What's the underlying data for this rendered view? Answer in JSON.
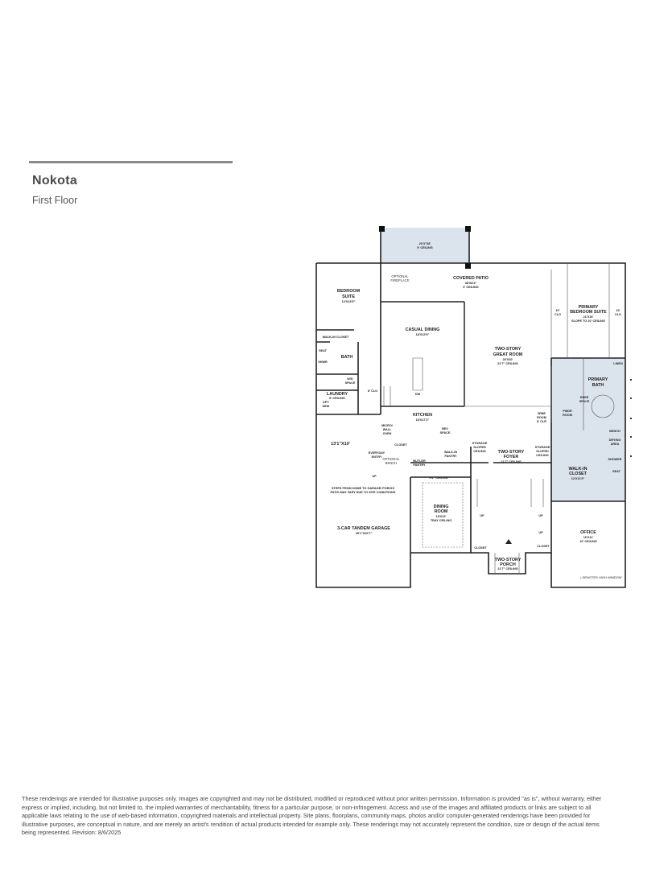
{
  "header": {
    "title": "Nokota",
    "subtitle": "First Floor"
  },
  "plan": {
    "rooms": {
      "patio_ext": {
        "name": "20'3\"X8'",
        "dim": "9' CEILING"
      },
      "covered_patio": {
        "name": "COVERED PATIO",
        "dim": "38'X8'4\"",
        "ceiling": "9' CEILING"
      },
      "optional_fireplace": {
        "line1": "OPTIONAL",
        "line2": "FIREPLACE"
      },
      "bedroom_suite": {
        "name1": "BEDROOM",
        "name2": "SUITE",
        "dim": "14'X13'9\""
      },
      "walkin_closet_bed": {
        "name": "WALK-IN CLOSET"
      },
      "seat": {
        "name": "SEAT"
      },
      "shwr": {
        "name": "SHWR"
      },
      "bath": {
        "name": "BATH"
      },
      "wd_space": {
        "line1": "W/D",
        "line2": "SPACE"
      },
      "laundry": {
        "name": "LAUNDRY",
        "ceiling": "8' CEILING"
      },
      "opt_sink": {
        "line1": "OPT.",
        "line2": "SINK"
      },
      "casual_dining": {
        "name": "CASUAL DINING",
        "dim": "18'X12'9\""
      },
      "kitchen": {
        "name": "KITCHEN",
        "dim": "18'X17'2\""
      },
      "dw": {
        "name": "DW"
      },
      "clo_8": {
        "name": "8' CLO"
      },
      "micro": {
        "line1": "MICRO/",
        "line2": "WALL",
        "line3": "OVEN"
      },
      "bev_space": {
        "line1": "BEV",
        "line2": "SPACE"
      },
      "great_room": {
        "name1": "TWO-STORY",
        "name2": "GREAT ROOM",
        "dim": "26'X20'",
        "ceiling": "21'7\" CEILING"
      },
      "primary_suite": {
        "name1": "PRIMARY",
        "name2": "BEDROOM SUITE",
        "dim": "21'X16'",
        "ceiling": "SLOPE TO 10' CEILING"
      },
      "clo_left": {
        "line1": "10'",
        "line2": "CLO"
      },
      "clo_right": {
        "line1": "10'",
        "line2": "CLO"
      },
      "primary_bath": {
        "name1": "PRIMARY",
        "name2": "BATH"
      },
      "linen": {
        "name": "LINEN"
      },
      "knee_space": {
        "line1": "KNEE",
        "line2": "SPACE"
      },
      "pwdr": {
        "line1": "PWDR",
        "line2": "ROOM"
      },
      "wine_room": {
        "line1": "WINE",
        "line2": "ROOM",
        "line3": "8' CLR"
      },
      "bench": {
        "name": "BENCH"
      },
      "drying": {
        "line1": "DRYING",
        "line2": "AREA"
      },
      "shower": {
        "name": "SHOWER"
      },
      "seat2": {
        "name": "SEAT"
      },
      "walkin_primary": {
        "name1": "WALK-IN",
        "name2": "CLOSET",
        "dim": "12'X11'9\""
      },
      "closet_kitchen": {
        "name": "CLOSET"
      },
      "walkin_pantry": {
        "line1": "WALK-IN",
        "line2": "PANTRY"
      },
      "everyday_entry": {
        "line1": "EVERYDAY",
        "line2": "ENTRY"
      },
      "optional_bench": {
        "line1": "OPTIONAL",
        "line2": "BENCH"
      },
      "butler_pantry": {
        "line1": "BUTLER",
        "line2": "PANTRY"
      },
      "storage_left": {
        "line1": "STORAGE",
        "line2": "SLOPED",
        "line3": "CEILING"
      },
      "storage_right": {
        "line1": "STORAGE",
        "line2": "SLOPED",
        "line3": "CEILING"
      },
      "foyer": {
        "name1": "TWO-STORY",
        "name2": "FOYER",
        "ceiling": "21'7\" CEILING"
      },
      "garage_top": {
        "dim": "13'1\"X10'"
      },
      "steps_note": {
        "line1": "STEPS FROM HOME TO GARAGE/ PORCH/",
        "line2": "PATIO MAY VARY DUE TO SITE CONDITIONS"
      },
      "garage": {
        "name": "3-CAR TANDEM GARAGE",
        "dim": "25'1\"X20'7\""
      },
      "ceiling_94": {
        "name": "9'4\" CEILING"
      },
      "dining_room": {
        "name1": "DINING",
        "name2": "ROOM",
        "dim": "15'X13'",
        "ceiling": "TRAY CEILING"
      },
      "closet_left": {
        "name": "CLOSET"
      },
      "closet_right": {
        "name": "CLOSET"
      },
      "porch": {
        "name1": "TWO-STORY",
        "name2": "PORCH",
        "ceiling": "21'7\" CEILING"
      },
      "office": {
        "name": "OFFICE",
        "dim": "16'X11'",
        "ceiling": "10' CEILING"
      },
      "high_window": {
        "name": "• DENOTES HIGH WINDOW"
      },
      "up1": {
        "name": "UP"
      },
      "up2": {
        "name": "UP"
      },
      "up3": {
        "name": "UP"
      },
      "up4": {
        "name": "UP"
      }
    }
  },
  "colors": {
    "highlight": "#dbe3ec",
    "wall": "#222222",
    "rule": "#8a8a8a"
  },
  "disclaimer": "These renderings are intended for illustrative purposes only. Images are copyrighted and may not be distributed, modified or reproduced without prior written permission. Information is provided \"as is\", without warranty, either express or implied, including, but not limited to, the implied warranties of merchantability, fitness for a particular purpose, or non-infringement. Access and use of the images and affiliated products or links are subject to all applicable laws relating to the use of web-based information, copyrighted materials and intellectual property. Site plans, floorplans, community maps, photos and/or computer-generated renderings have been provided for illustrative purposes, are conceptual in nature, and are merely an artist's rendition of actual products intended for example only. These renderings may not accurately represent the condition, size or design of the actual items being represented. Revision: 8/6/2025"
}
